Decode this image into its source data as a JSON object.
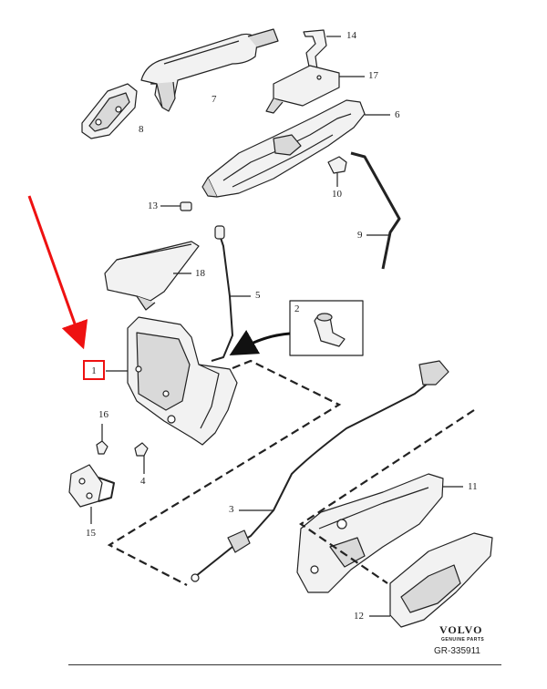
{
  "diagram": {
    "callouts": {
      "c1": "1",
      "c2": "2",
      "c3": "3",
      "c4": "4",
      "c5": "5",
      "c6": "6",
      "c7": "7",
      "c8": "8",
      "c9": "9",
      "c10": "10",
      "c11": "11",
      "c12": "12",
      "c13": "13",
      "c14": "14",
      "c15": "15",
      "c16": "16",
      "c17": "17",
      "c18": "18"
    },
    "brand": {
      "name": "VOLVO",
      "subtitle": "GENUINE PARTS",
      "reference": "GR-335911"
    },
    "colors": {
      "line": "#222222",
      "part_fill": "#f2f2f2",
      "part_shade": "#d9d9d9",
      "highlight": "#e11111"
    }
  }
}
